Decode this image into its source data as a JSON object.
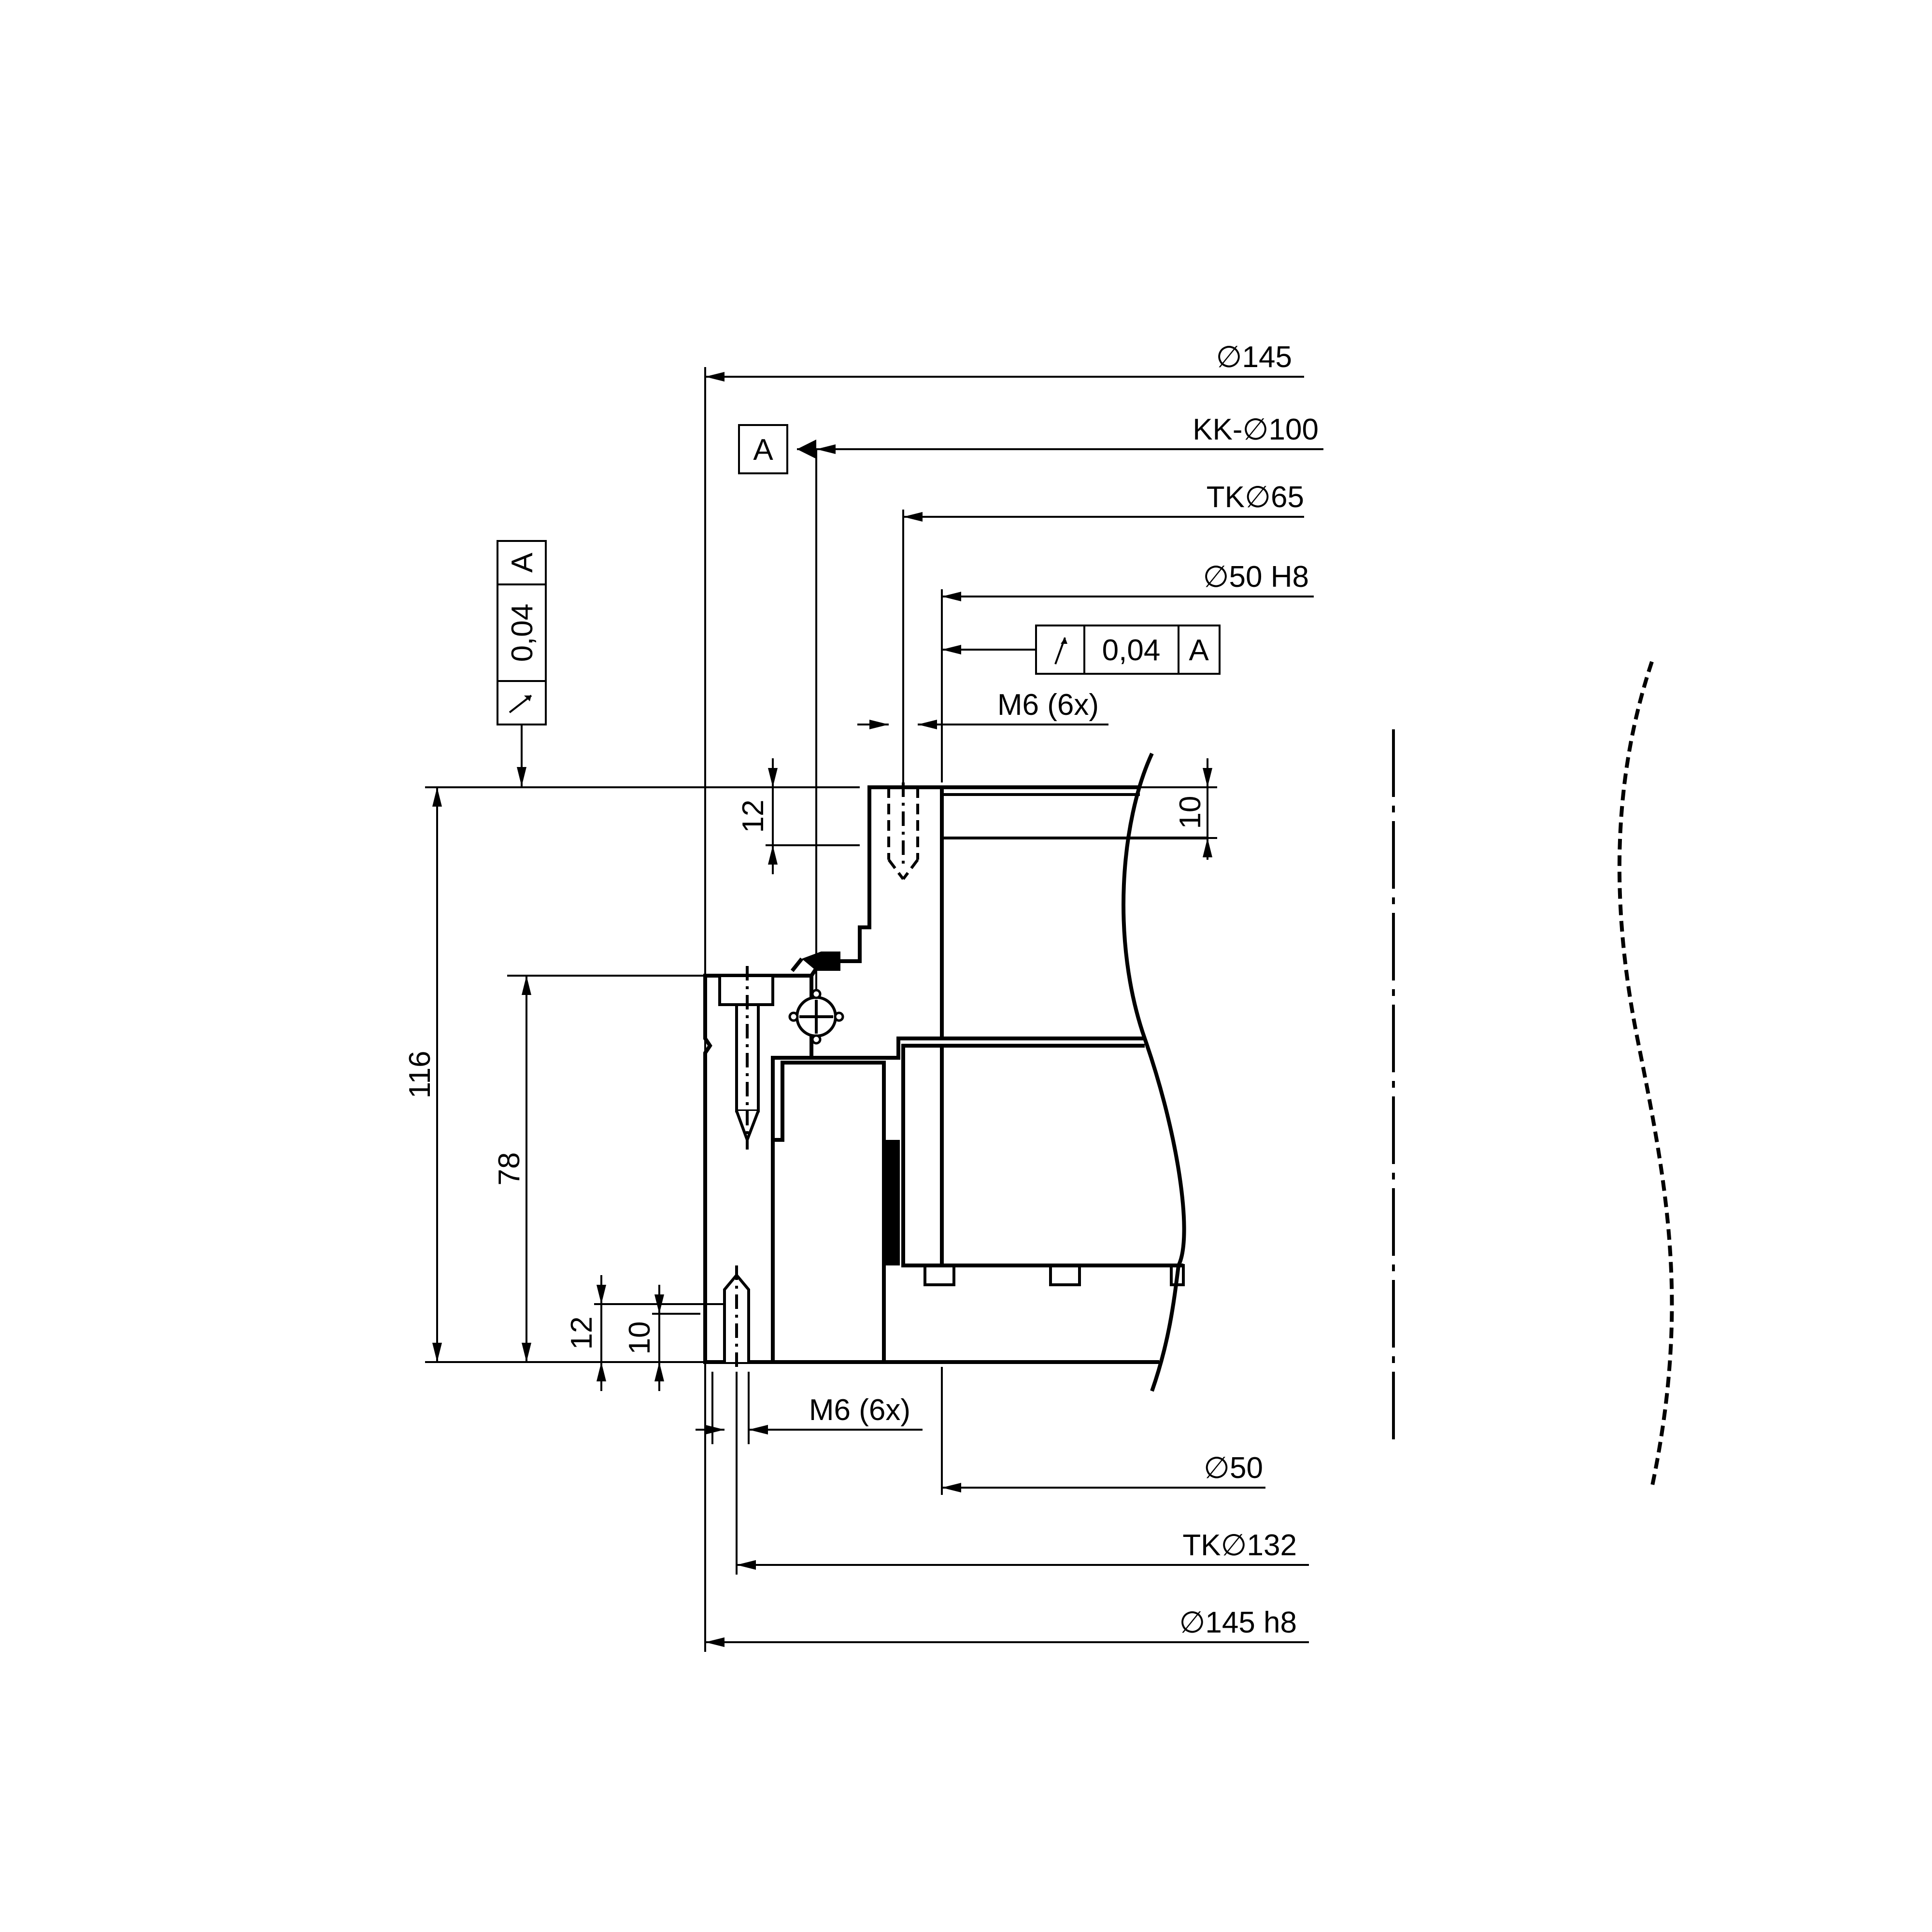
{
  "dimensions": {
    "dia_145": "∅145",
    "kk_dia_100": "KK-∅100",
    "tk_dia_65": "TK∅65",
    "dia_50_h8": "∅50 H8",
    "m6_top": "M6 (6x)",
    "dim_10_right": "10",
    "dim_12_top": "12",
    "dim_116": "116",
    "dim_78": "78",
    "dim_12_bottom": "12",
    "dim_10_bottom": "10",
    "m6_bottom": "M6 (6x)",
    "dia_50": "∅50",
    "tk_dia_132": "TK∅132",
    "dia_145_h8": "∅145 h8"
  },
  "datum": {
    "label": "A"
  },
  "tolerance_vertical": {
    "symbol": "runout-arrow",
    "value": "0,04",
    "datum": "A"
  },
  "tolerance_horizontal": {
    "symbol": "runout-arrow",
    "value": "0,04",
    "datum": "A"
  }
}
